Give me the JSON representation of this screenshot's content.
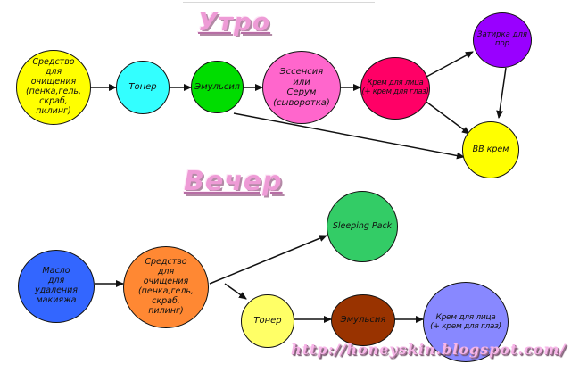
{
  "headings": {
    "morning": "Утро",
    "evening": "Вечер"
  },
  "morning_nodes": {
    "cleanser": "Средство\nдля\nочищения\n(пенка,гель,\nскраб,\nпилинг)",
    "toner": "Тонер",
    "emulsion": "Эмульсия",
    "essence": "Эссенсия\nили\nСерум\n(сыворотка)",
    "face_cream": "Крем для лица\n(+ крем для глаз)",
    "pore_filler": "Затирка для\nпор",
    "bb_cream": "BB крем"
  },
  "evening_nodes": {
    "oil": "Масло\nдля\nудаления\nмакияжа",
    "cleanser": "Средство\nдля\nочищения\n(пенка,гель,\nскраб,\nпилинг)",
    "sleeping_pack": "Sleeping Pack",
    "toner": "Тонер",
    "emulsion": "Эмульсия",
    "face_cream": "Крем для лица\n(+ крем для глаз)"
  },
  "colors": {
    "cleanser_morning": "#ffff00",
    "toner_morning": "#33ffff",
    "emulsion_morning": "#00dd00",
    "essence": "#ff66cc",
    "face_cream_morning": "#ff0066",
    "pore_filler": "#9900ff",
    "bb_cream": "#ffff00",
    "oil": "#3366ff",
    "cleanser_evening": "#ff8833",
    "sleeping_pack": "#33cc66",
    "toner_evening": "#ffff66",
    "emulsion_evening": "#993300",
    "face_cream_evening": "#8888ff",
    "heading": "#ee9bd6"
  },
  "watermark": "http://honeyskin.blogspot.com/"
}
